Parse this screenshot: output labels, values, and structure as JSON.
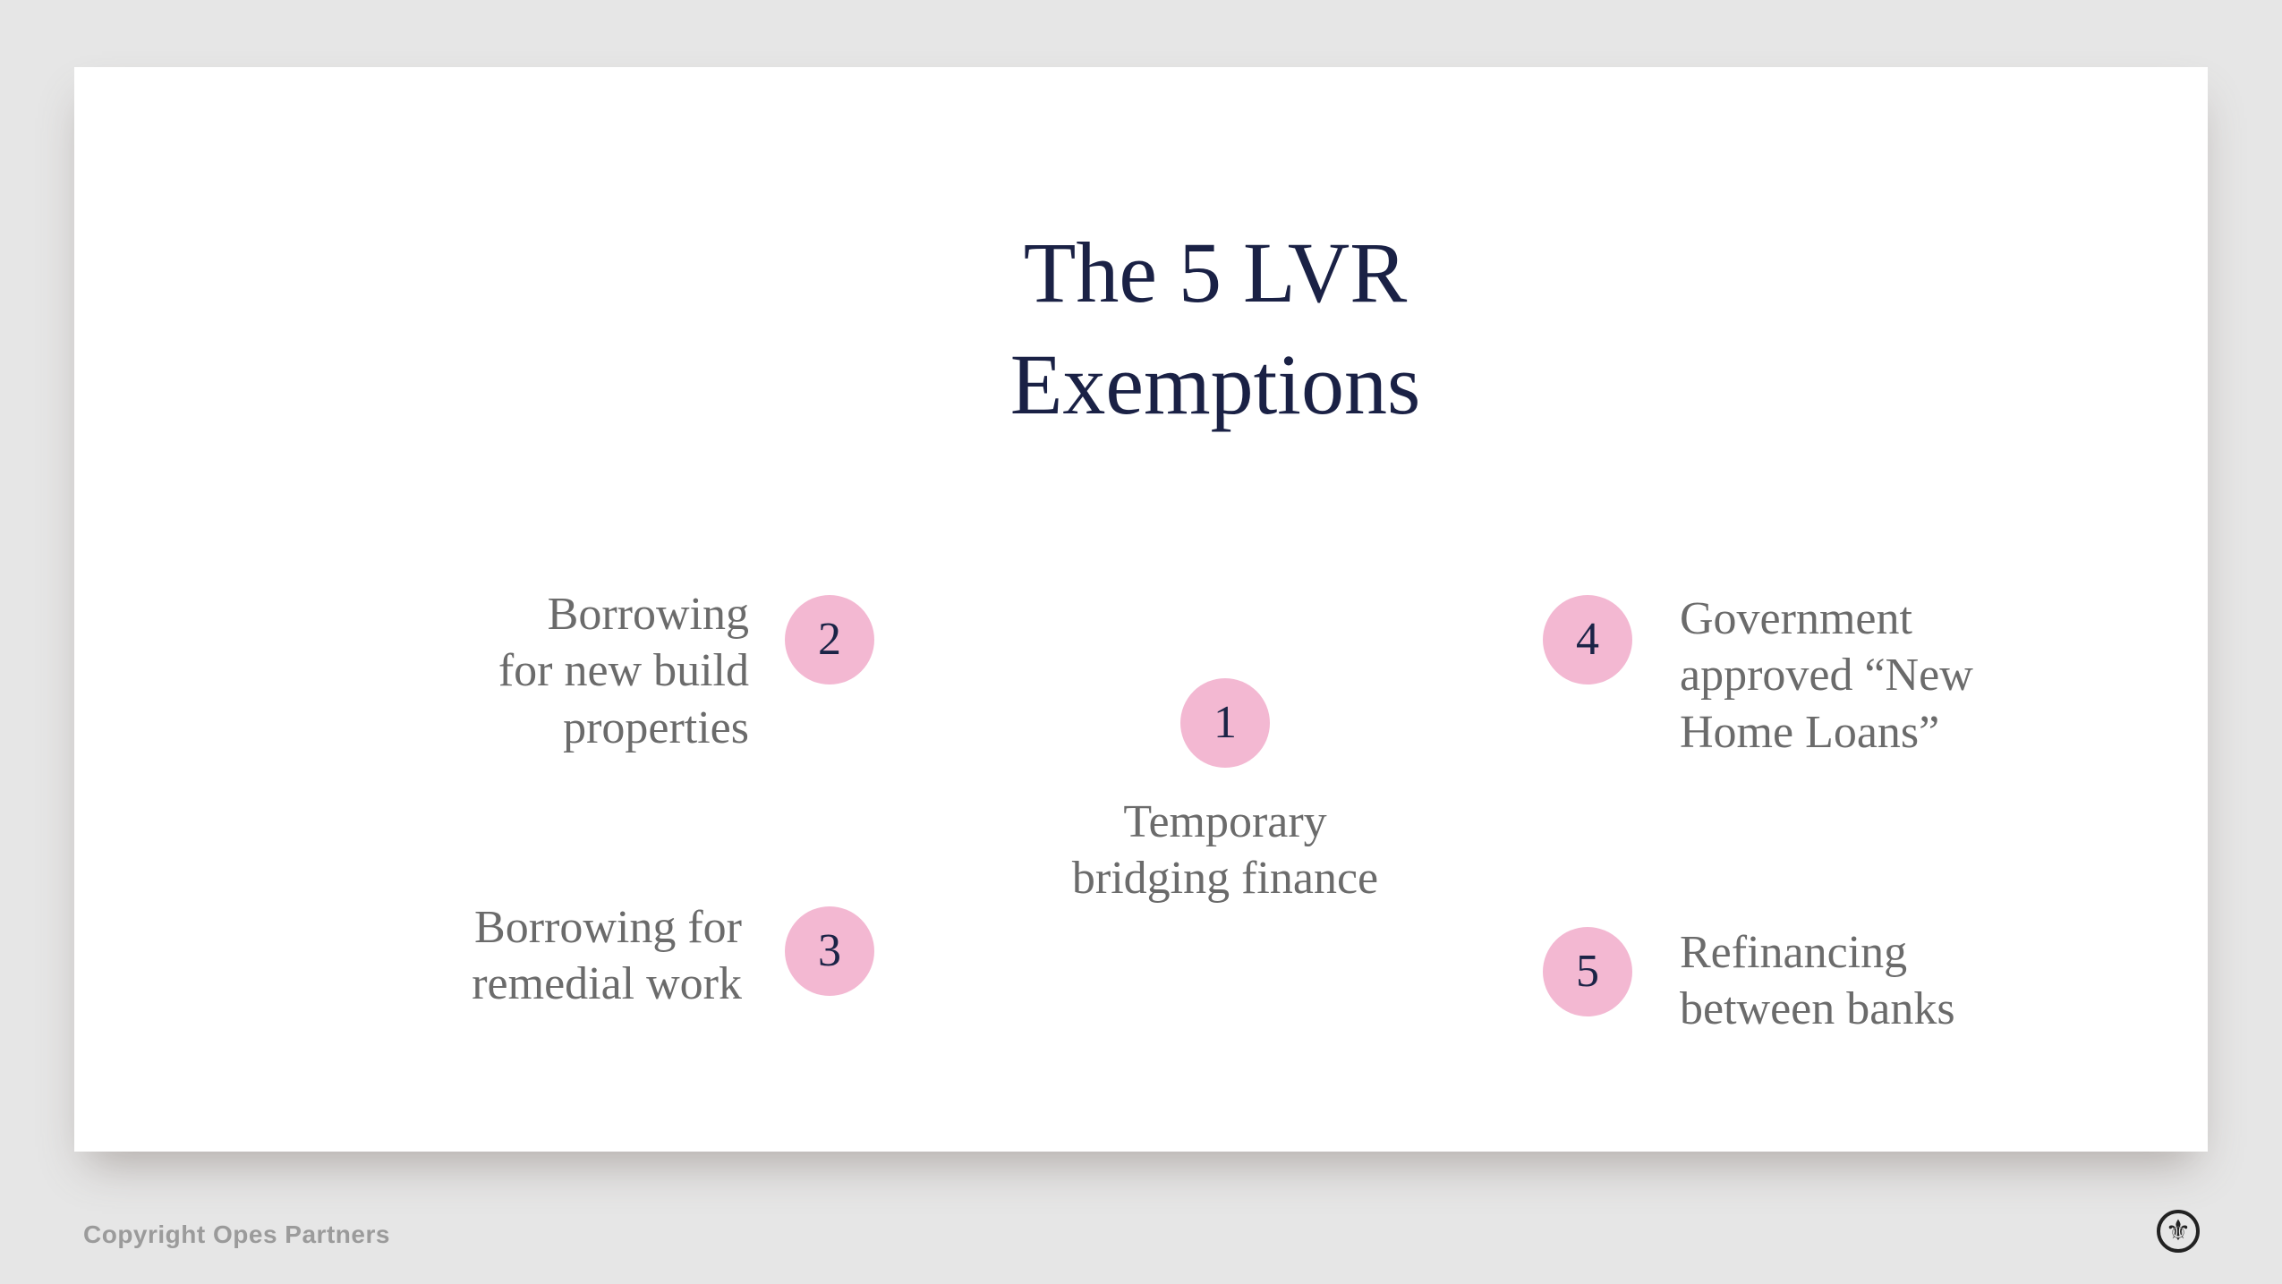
{
  "slide": {
    "title": "The 5 LVR\nExemptions",
    "items": [
      {
        "number": "1",
        "label": "Temporary\nbridging finance"
      },
      {
        "number": "2",
        "label": "Borrowing\nfor new build\nproperties"
      },
      {
        "number": "3",
        "label": "Borrowing for\nremedial work"
      },
      {
        "number": "4",
        "label": "Government\napproved “New\nHome Loans”"
      },
      {
        "number": "5",
        "label": "Refinancing\nbetween banks"
      }
    ],
    "footer": {
      "copyright": "Copyright Opes Partners"
    },
    "logo": {
      "icon": "fleur-de-lis-icon",
      "glyph": "⚜"
    },
    "colors": {
      "background": "#e6e6e6",
      "card": "#ffffff",
      "title_navy": "#1a2145",
      "badge_pink": "#f3b8d2",
      "badge_number_navy": "#1b2447",
      "item_text_gray": "#6b6b6b",
      "copyright_gray": "#9b9b9b",
      "logo_dark": "#222222"
    }
  }
}
